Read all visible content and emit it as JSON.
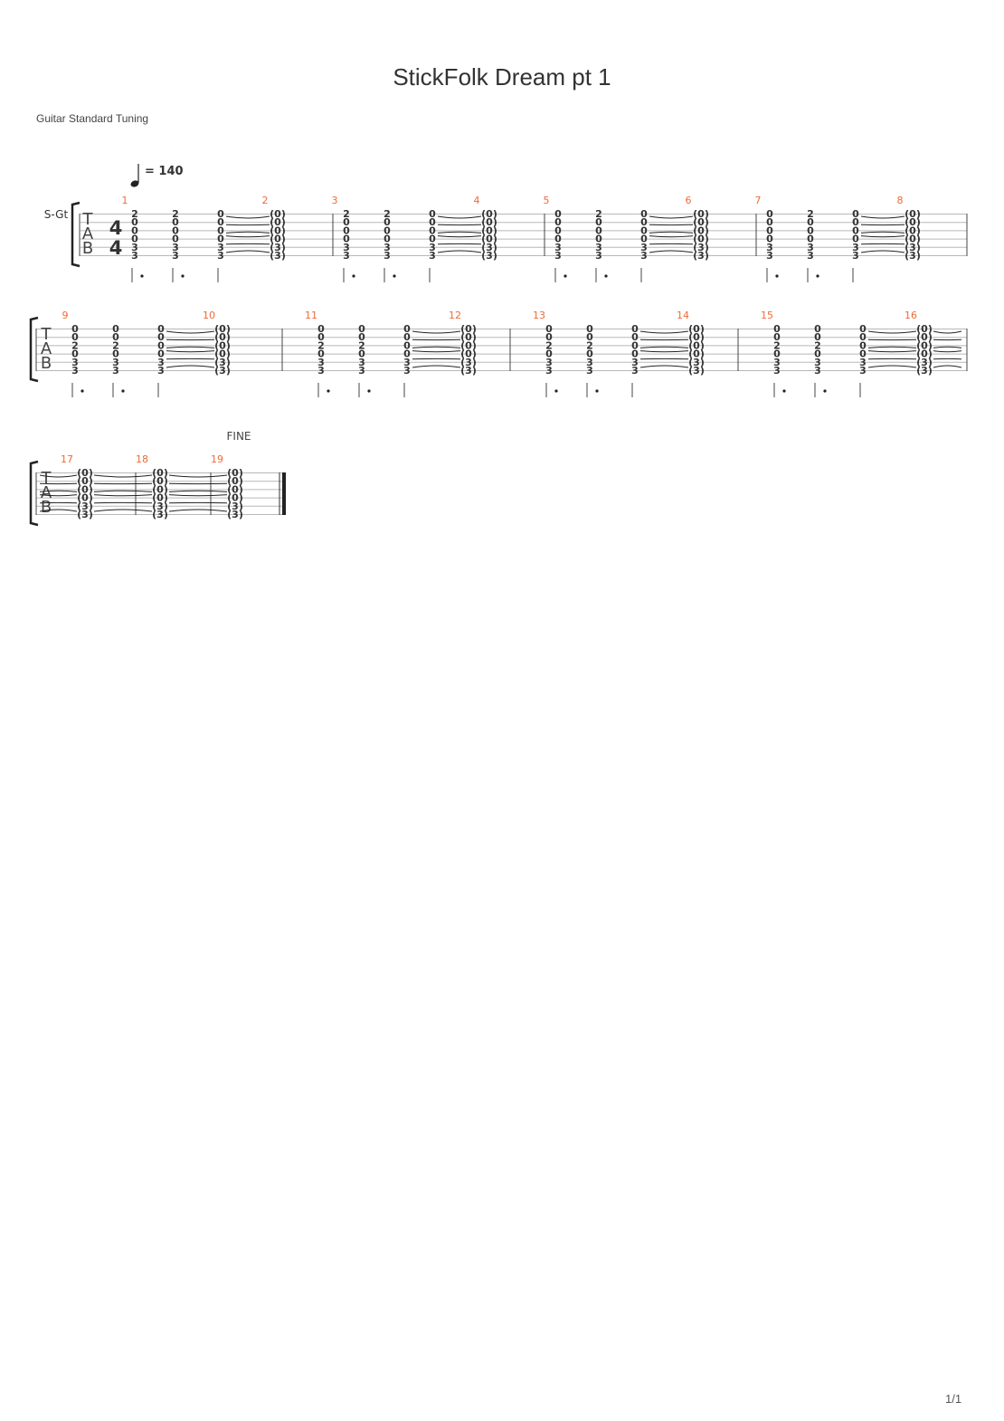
{
  "document": {
    "title": "StickFolk Dream pt 1",
    "tuning_label": "Guitar Standard Tuning",
    "page_number": "1/1",
    "tempo_value": "= 140",
    "instrument_label": "S-Gt",
    "tab_clef": [
      "T",
      "A",
      "B"
    ],
    "time_signature": [
      "4",
      "4"
    ],
    "fine_label": "FINE"
  },
  "colors": {
    "measure_number": "#f06a35",
    "staff_line": "#b8b8b8",
    "text": "#333333"
  },
  "systems": [
    {
      "measures": [
        {
          "number": "1",
          "pattern": "A"
        },
        {
          "number": "2",
          "pattern": "A_tie"
        },
        {
          "number": "3",
          "pattern": "A"
        },
        {
          "number": "4",
          "pattern": "A_tie"
        },
        {
          "number": "5",
          "pattern": "B"
        },
        {
          "number": "6",
          "pattern": "B_tie"
        },
        {
          "number": "7",
          "pattern": "B"
        },
        {
          "number": "8",
          "pattern": "B_tie"
        }
      ]
    },
    {
      "measures": [
        {
          "number": "9",
          "pattern": "C"
        },
        {
          "number": "10",
          "pattern": "C_tie"
        },
        {
          "number": "11",
          "pattern": "C"
        },
        {
          "number": "12",
          "pattern": "C_tie"
        },
        {
          "number": "13",
          "pattern": "C"
        },
        {
          "number": "14",
          "pattern": "C_tie"
        },
        {
          "number": "15",
          "pattern": "C"
        },
        {
          "number": "16",
          "pattern": "C_tie"
        }
      ]
    },
    {
      "measures": [
        {
          "number": "17",
          "pattern": "tie"
        },
        {
          "number": "18",
          "pattern": "tie"
        },
        {
          "number": "19",
          "pattern": "tie"
        }
      ]
    }
  ],
  "chords": {
    "A": [
      [
        "2",
        "0",
        "0",
        "0",
        "3",
        "3"
      ],
      [
        "2",
        "0",
        "0",
        "0",
        "3",
        "3"
      ],
      [
        "0",
        "0",
        "0",
        "0",
        "3",
        "3"
      ]
    ],
    "B": [
      [
        "0",
        "0",
        "0",
        "0",
        "3",
        "3"
      ],
      [
        "2",
        "0",
        "0",
        "0",
        "3",
        "3"
      ],
      [
        "0",
        "0",
        "0",
        "0",
        "3",
        "3"
      ]
    ],
    "C": [
      [
        "0",
        "0",
        "2",
        "0",
        "3",
        "3"
      ],
      [
        "0",
        "0",
        "2",
        "0",
        "3",
        "3"
      ],
      [
        "0",
        "0",
        "0",
        "0",
        "3",
        "3"
      ]
    ],
    "tie": [
      "(0)",
      "(0)",
      "(0)",
      "(0)",
      "(3)",
      "(3)"
    ]
  }
}
